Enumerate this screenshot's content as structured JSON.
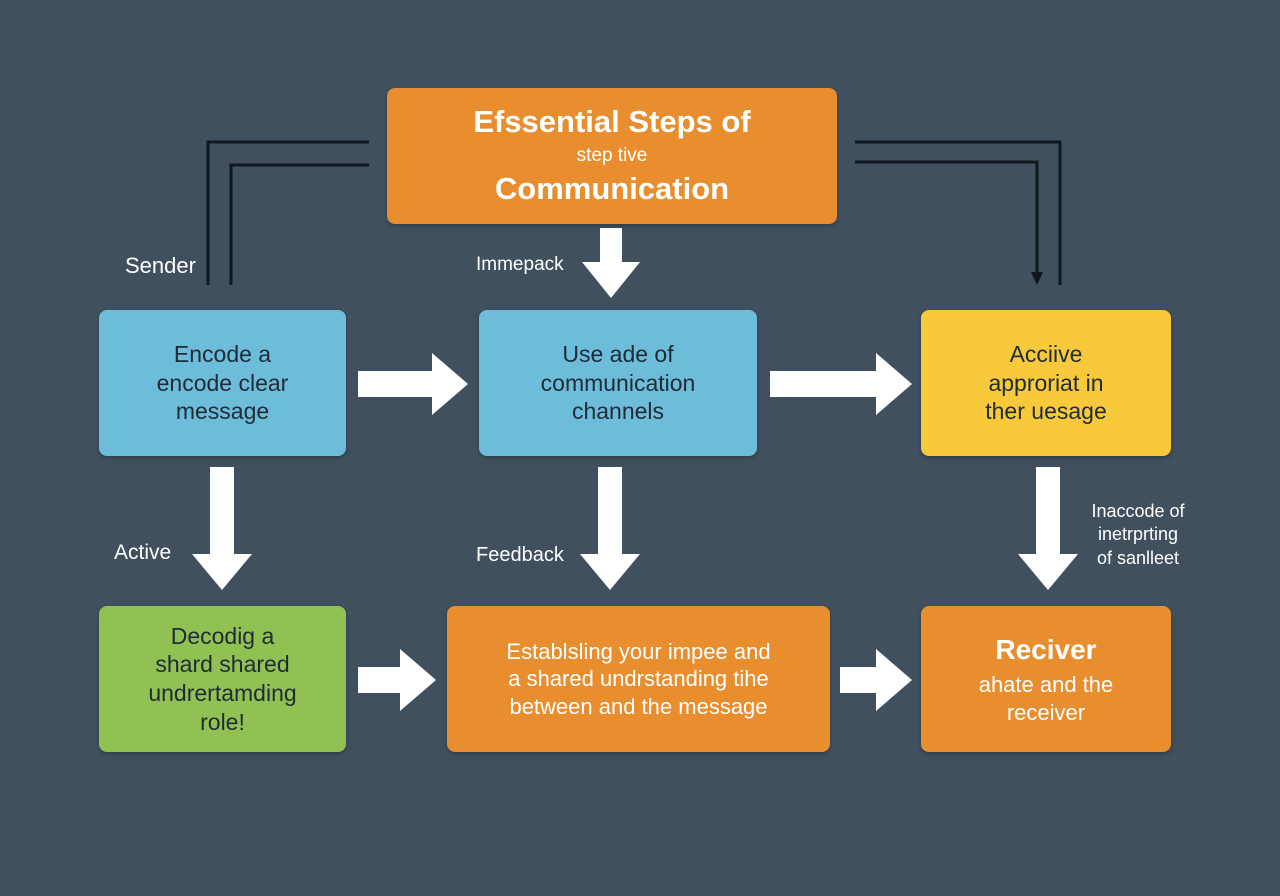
{
  "title": {
    "line1": "Efssential Steps of",
    "line2": "step tive",
    "line3": "Communication"
  },
  "labels": {
    "sender": "Sender",
    "immepack": "Immepack",
    "active": "Active",
    "feedback": "Feedback",
    "side_note": [
      "Inaccode of",
      "inetrprting",
      "of sanlleet"
    ]
  },
  "boxes": {
    "encode": [
      "Encode a",
      "encode clear",
      "message"
    ],
    "channels": [
      "Use ade of",
      "communication",
      "channels"
    ],
    "accive": [
      "Acciive",
      "approriat in",
      "ther uesage"
    ],
    "decoding": [
      "Decodig a",
      "shard shared",
      "undrertamding",
      "role!"
    ],
    "establishing": [
      "Establsling your impee and",
      "a shared undrstanding tihe",
      "between and the message"
    ],
    "receiver": [
      "Reciver",
      "ahate and the",
      "receiver"
    ]
  },
  "colors": {
    "background": "#40505f",
    "title_box": "#e88e2f",
    "encode_box": "#6dbcd9",
    "channels_box": "#6dbcd9",
    "accive_box": "#f8c93a",
    "decoding_box": "#91c153",
    "establishing_box": "#e88e2f",
    "receiver_box": "#e88e2f",
    "arrows": "#ffffff",
    "connector_lines": "#10171e"
  }
}
